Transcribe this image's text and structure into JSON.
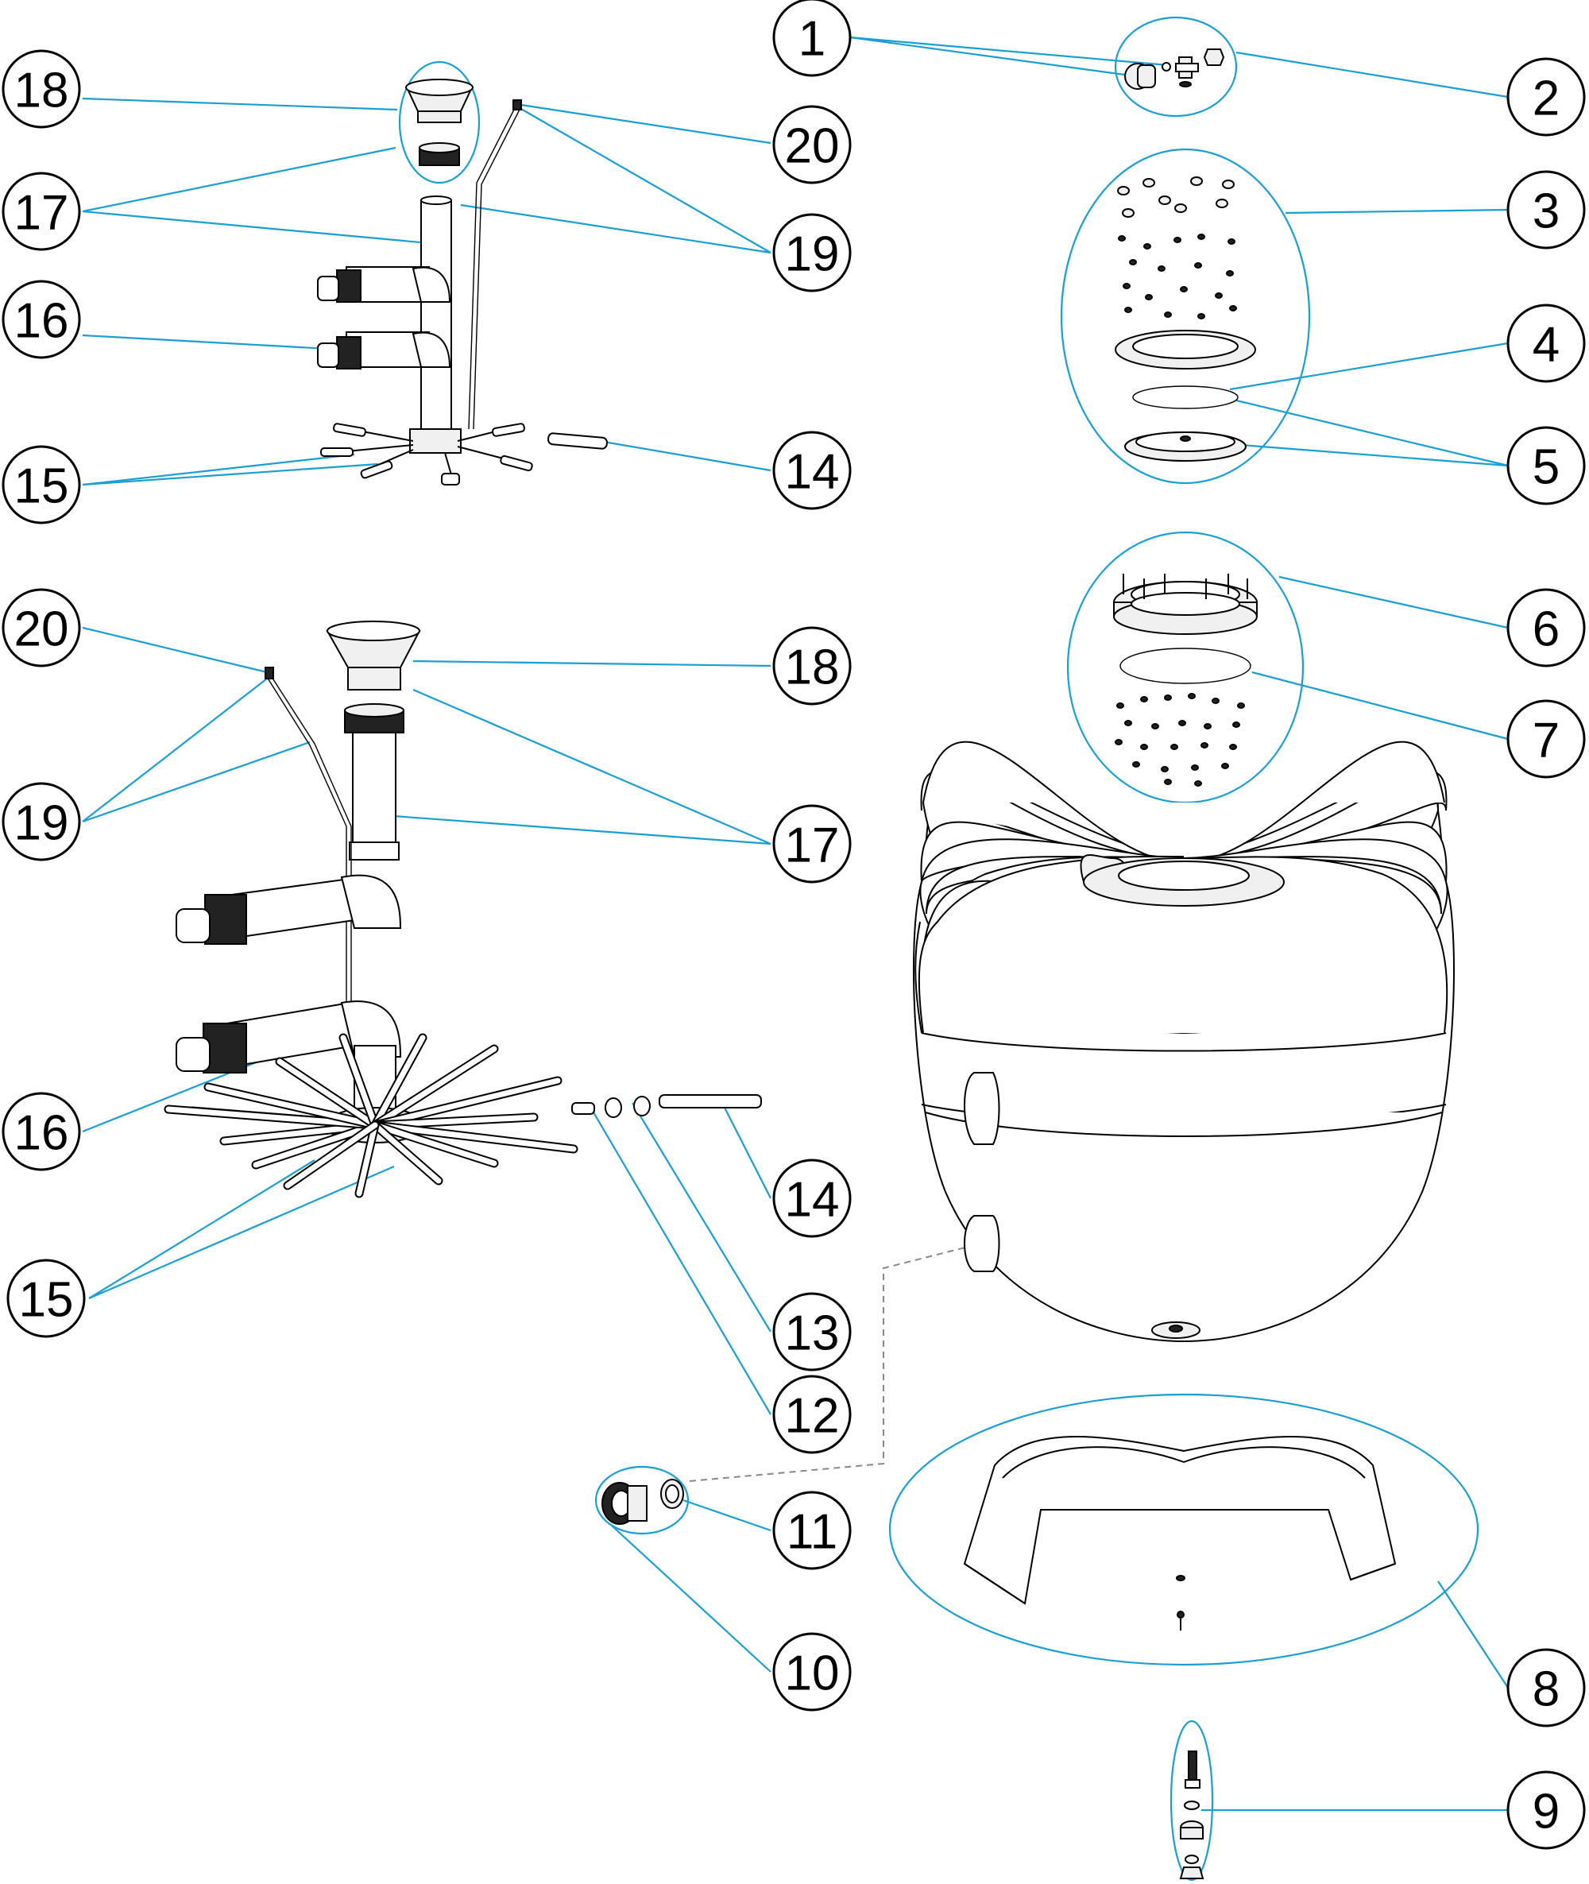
{
  "colors": {
    "leader": "#1a9fd4",
    "ink": "#000000",
    "paper": "#ffffff"
  },
  "callouts": [
    {
      "id": "c1",
      "label": "1"
    },
    {
      "id": "c2",
      "label": "2"
    },
    {
      "id": "c3",
      "label": "3"
    },
    {
      "id": "c4",
      "label": "4"
    },
    {
      "id": "c5",
      "label": "5"
    },
    {
      "id": "c6",
      "label": "6"
    },
    {
      "id": "c7",
      "label": "7"
    },
    {
      "id": "c8",
      "label": "8"
    },
    {
      "id": "c9",
      "label": "9"
    },
    {
      "id": "c10",
      "label": "10"
    },
    {
      "id": "c11",
      "label": "11"
    },
    {
      "id": "c12",
      "label": "12"
    },
    {
      "id": "c13",
      "label": "13"
    },
    {
      "id": "c14",
      "label": "14"
    },
    {
      "id": "c14b",
      "label": "14"
    },
    {
      "id": "c15",
      "label": "15"
    },
    {
      "id": "c15b",
      "label": "15"
    },
    {
      "id": "c16",
      "label": "16"
    },
    {
      "id": "c16b",
      "label": "16"
    },
    {
      "id": "c17",
      "label": "17"
    },
    {
      "id": "c17b",
      "label": "17"
    },
    {
      "id": "c18",
      "label": "18"
    },
    {
      "id": "c18b",
      "label": "18"
    },
    {
      "id": "c19",
      "label": "19"
    },
    {
      "id": "c19b",
      "label": "19"
    },
    {
      "id": "c20",
      "label": "20"
    },
    {
      "id": "c20b",
      "label": "20"
    }
  ]
}
